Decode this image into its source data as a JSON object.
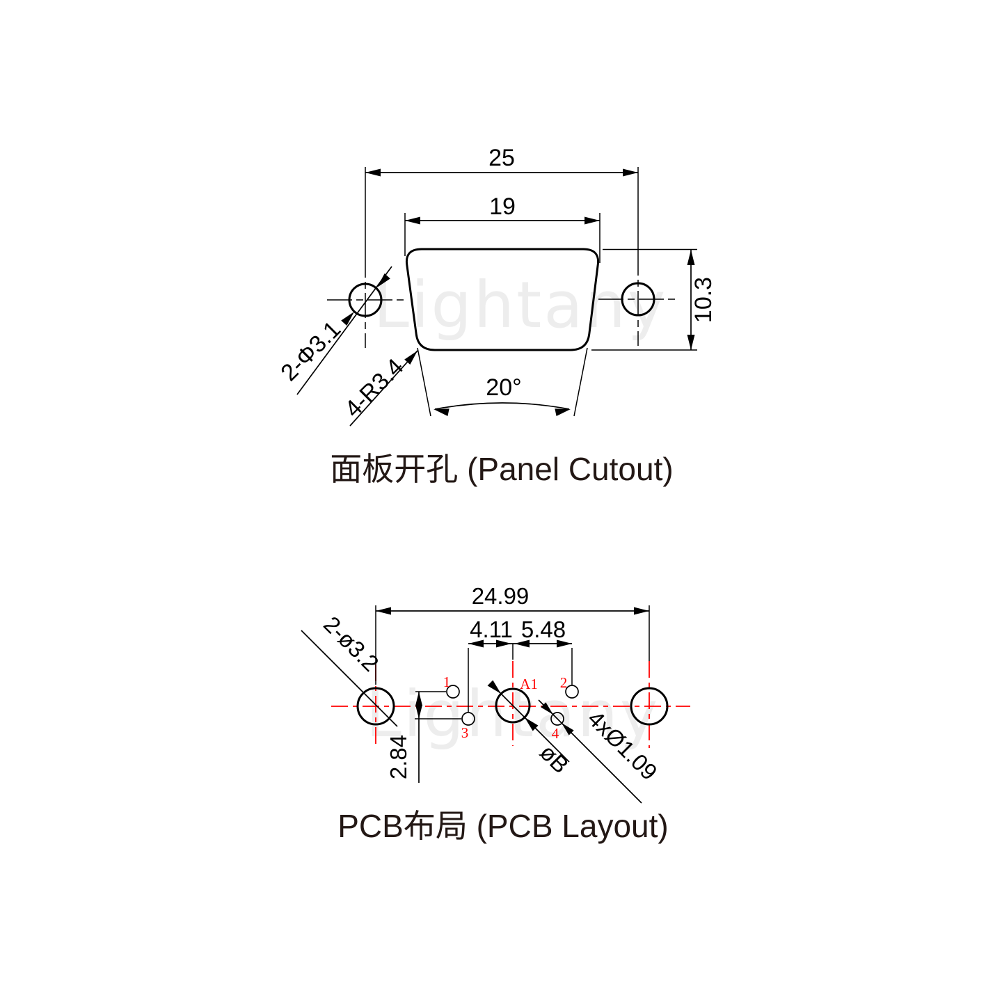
{
  "colors": {
    "background": "#ffffff",
    "line": "#000000",
    "accent_red": "#ff0000",
    "title_text": "#231815",
    "watermark": "#ededed"
  },
  "watermark": {
    "text": "Lightany"
  },
  "panel_cutout": {
    "title": "面板开孔 (Panel Cutout)",
    "dim_outer_width": "25",
    "dim_inner_width": "19",
    "dim_height": "10.3",
    "dim_angle": "20°",
    "label_mount_holes": "2-Φ3.1",
    "label_corner_radius": "4-R3.4"
  },
  "pcb_layout": {
    "title": "PCB布局 (PCB Layout)",
    "dim_span": "24.99",
    "dim_pitch_left": "4.11",
    "dim_pitch_right": "5.48",
    "dim_row_offset": "2.84",
    "label_mount_holes": "2-ø3.2",
    "label_signal_holes": "4xØ1.09",
    "label_center_hole": "øB",
    "pin_labels": {
      "pin1": "1",
      "pin2": "2",
      "pin3": "3",
      "pin4": "4",
      "a1": "A1"
    }
  }
}
